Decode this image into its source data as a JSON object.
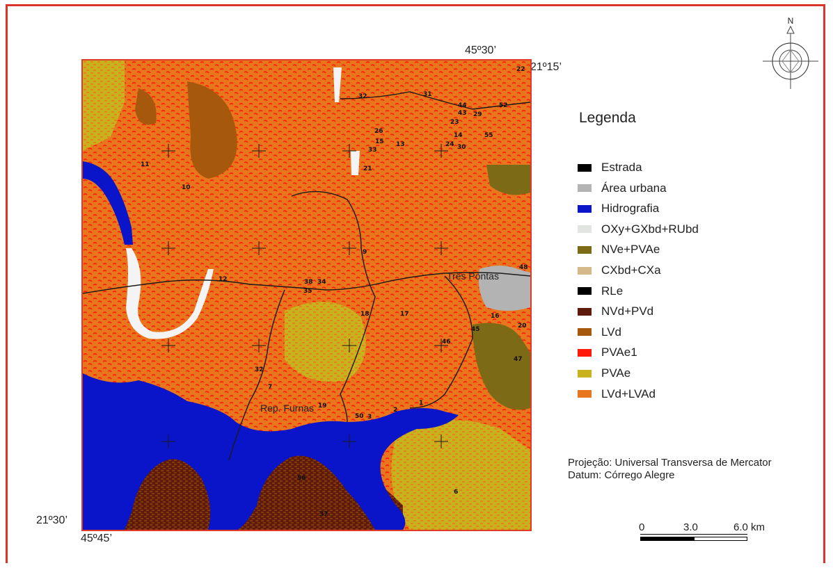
{
  "map": {
    "coordinates": {
      "top_right_lon": "45º30’",
      "top_right_lat": "21º15’",
      "bottom_left_lat": "21º30’",
      "bottom_left_lon": "45º45’"
    },
    "place_labels": {
      "tres_pontas": "Três Pontas",
      "rep_furnas": "Rep. Furnas"
    },
    "point_labels": [
      "22",
      "31",
      "32",
      "44",
      "43",
      "29",
      "52",
      "23",
      "55",
      "26",
      "14",
      "24",
      "15",
      "13",
      "30",
      "33",
      "21",
      "11",
      "10",
      "9",
      "48",
      "12",
      "38",
      "34",
      "35",
      "18",
      "17",
      "16",
      "20",
      "45",
      "46",
      "47",
      "32",
      "7",
      "19",
      "50",
      "3",
      "2",
      "1",
      "56",
      "37",
      "6"
    ]
  },
  "north_arrow": {
    "label": "N"
  },
  "legend": {
    "title": "Legenda",
    "items": [
      {
        "label": "Estrada",
        "color": "#000000"
      },
      {
        "label": "Área urbana",
        "color": "#b3b3b3"
      },
      {
        "label": "Hidrografia",
        "color": "#0a14c8"
      },
      {
        "label": "OXy+GXbd+RUbd",
        "color": "#e2e6e2"
      },
      {
        "label": "NVe+PVAe",
        "color": "#7d6a16"
      },
      {
        "label": "CXbd+CXa",
        "color": "#d6b98a"
      },
      {
        "label": "RLe",
        "color": "#000000"
      },
      {
        "label": "NVd+PVd",
        "color": "#5e1a0a"
      },
      {
        "label": "LVd",
        "color": "#a6580c"
      },
      {
        "label": "PVAe1",
        "color": "#ff1a0a"
      },
      {
        "label": "PVAe",
        "color": "#c8b21e"
      },
      {
        "label": "LVd+LVAd",
        "color": "#e8761c"
      }
    ]
  },
  "projection": {
    "line1": "Projeção: Universal Transversa de Mercator",
    "line2": "Datum: Córrego Alegre"
  },
  "scale": {
    "labels": [
      "0",
      "3.0",
      "6.0 km"
    ]
  }
}
